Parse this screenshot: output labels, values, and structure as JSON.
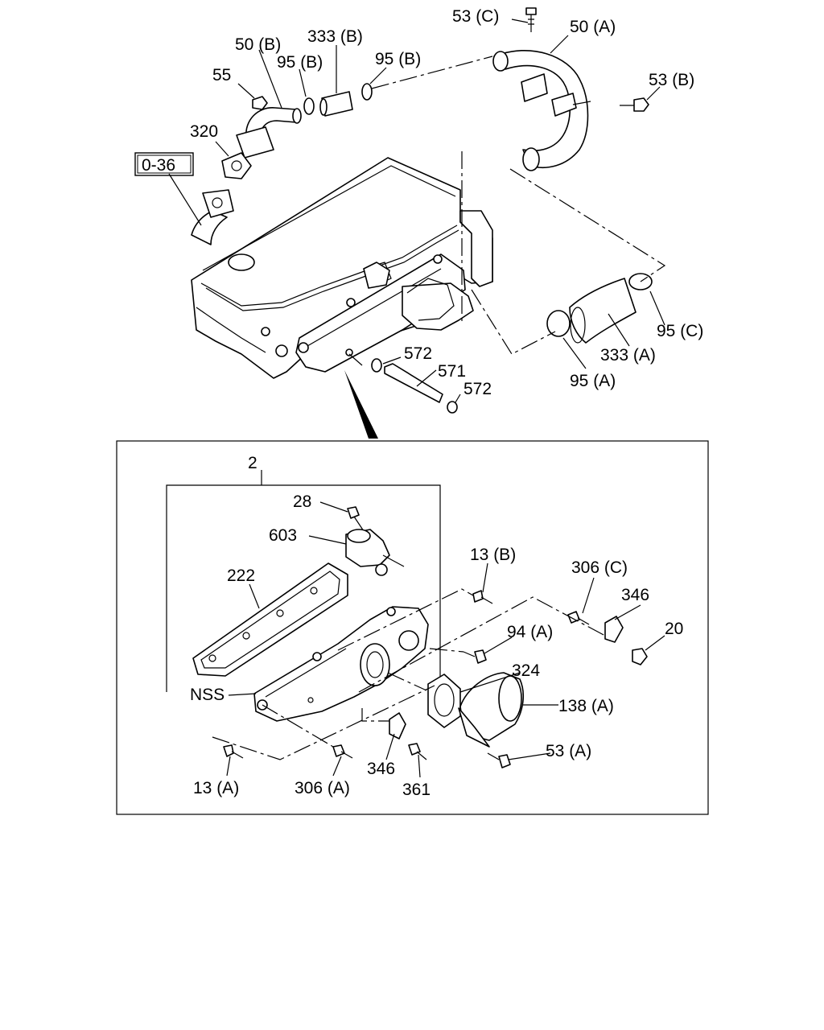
{
  "labels": {
    "c53c": "53 (C)",
    "c50a": "50 (A)",
    "c53b": "53 (B)",
    "c50b": "50 (B)",
    "c333b": "333 (B)",
    "c95b_1": "95 (B)",
    "c95b_2": "95 (B)",
    "c55": "55",
    "c320": "320",
    "c036": "0-36",
    "c95c": "95 (C)",
    "c333a": "333 (A)",
    "c95a": "95 (A)",
    "c572_1": "572",
    "c571": "571",
    "c572_2": "572",
    "c2": "2",
    "c28": "28",
    "c603": "603",
    "c222": "222",
    "c13b": "13 (B)",
    "c306c": "306 (C)",
    "c346_1": "346",
    "c20": "20",
    "c94a": "94 (A)",
    "c324": "324",
    "c138a": "138 (A)",
    "cnss": "NSS",
    "c53a": "53 (A)",
    "c13a": "13 (A)",
    "c306a": "306 (A)",
    "c346_2": "346",
    "c361": "361"
  }
}
